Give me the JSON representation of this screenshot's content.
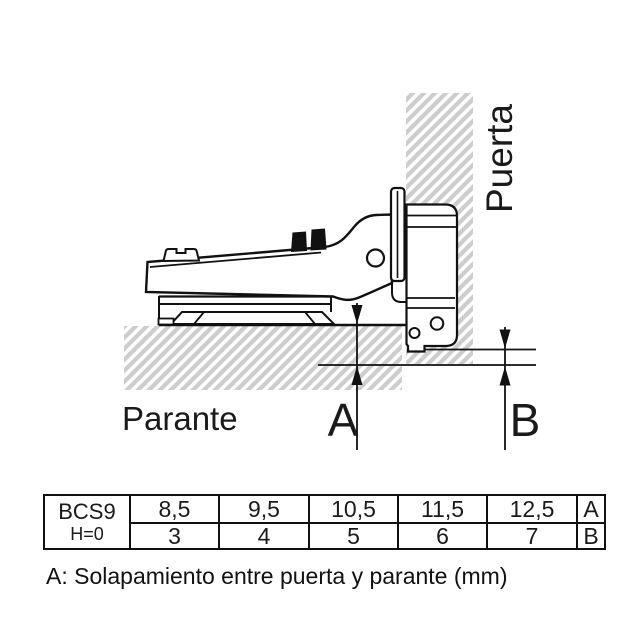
{
  "diagram": {
    "door_label": "Puerta",
    "panel_label": "Parante",
    "dim_a": "A",
    "dim_b": "B",
    "hatch_color": "#cdcdcd",
    "line_color": "#111111"
  },
  "spec_table": {
    "model": "BCS9",
    "height_variant": "H=0",
    "overlap_row_label": "A",
    "overlap_values": [
      "8,5",
      "9,5",
      "10,5",
      "11,5",
      "12,5"
    ],
    "gap_row_label": "B",
    "gap_values": [
      "3",
      "4",
      "5",
      "6",
      "7"
    ]
  },
  "caption": "A: Solapamiento entre puerta y parante (mm)"
}
